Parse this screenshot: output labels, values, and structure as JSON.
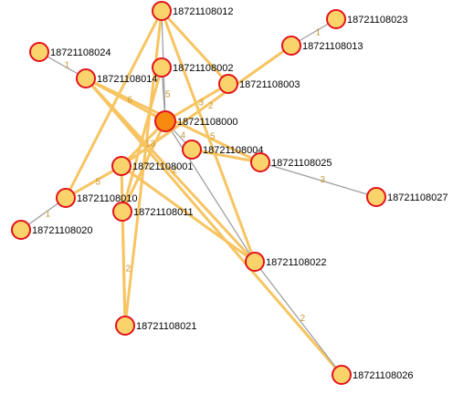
{
  "colors": {
    "edge_strong": "#f7c461",
    "edge_light": "#9a9a9a",
    "edge_label": "#c79a3a",
    "node_fill": "#fad46b",
    "node_stroke": "#e3121b",
    "hub_fill": "#f88a10"
  },
  "nodes": [
    {
      "id": "18721108000",
      "label": "18721108000",
      "hub": true
    },
    {
      "id": "18721108012",
      "label": "18721108012"
    },
    {
      "id": "18721108023",
      "label": "18721108023"
    },
    {
      "id": "18721108013",
      "label": "18721108013"
    },
    {
      "id": "18721108024",
      "label": "18721108024"
    },
    {
      "id": "18721108014",
      "label": "18721108014"
    },
    {
      "id": "18721108002",
      "label": "18721108002"
    },
    {
      "id": "18721108003",
      "label": "18721108003"
    },
    {
      "id": "18721108004",
      "label": "18721108004"
    },
    {
      "id": "18721108025",
      "label": "18721108025"
    },
    {
      "id": "18721108001",
      "label": "18721108001"
    },
    {
      "id": "18721108027",
      "label": "18721108027"
    },
    {
      "id": "18721108010",
      "label": "18721108010"
    },
    {
      "id": "18721108011",
      "label": "18721108011"
    },
    {
      "id": "18721108020",
      "label": "18721108020"
    },
    {
      "id": "18721108022",
      "label": "18721108022"
    },
    {
      "id": "18721108021",
      "label": "18721108021"
    },
    {
      "id": "18721108026",
      "label": "18721108026"
    }
  ],
  "edges": [
    {
      "from": "18721108000",
      "to": "18721108012",
      "weight": "3",
      "style": "light"
    },
    {
      "from": "18721108000",
      "to": "18721108002",
      "weight": "5",
      "style": "light"
    },
    {
      "from": "18721108000",
      "to": "18721108004",
      "weight": "4",
      "style": "light"
    },
    {
      "from": "18721108000",
      "to": "18721108014",
      "weight": "6",
      "style": "strong"
    },
    {
      "from": "18721108000",
      "to": "18721108003",
      "weight": "3",
      "style": "strong"
    },
    {
      "from": "18721108000",
      "to": "18721108001",
      "weight": "13",
      "style": "strong"
    },
    {
      "from": "18721108000",
      "to": "18721108011",
      "weight": "3",
      "style": "strong"
    },
    {
      "from": "18721108000",
      "to": "18721108022",
      "weight": "",
      "style": "light"
    },
    {
      "from": "18721108012",
      "to": "18721108003",
      "weight": "",
      "style": "strong"
    },
    {
      "from": "18721108012",
      "to": "18721108010",
      "weight": "",
      "style": "strong"
    },
    {
      "from": "18721108012",
      "to": "18721108022",
      "weight": "5",
      "style": "strong"
    },
    {
      "from": "18721108012",
      "to": "18721108021",
      "weight": "",
      "style": "strong"
    },
    {
      "from": "18721108023",
      "to": "18721108013",
      "weight": "1",
      "style": "light"
    },
    {
      "from": "18721108013",
      "to": "18721108001",
      "weight": "2",
      "style": "strong"
    },
    {
      "from": "18721108024",
      "to": "18721108014",
      "weight": "1",
      "style": "light"
    },
    {
      "from": "18721108014",
      "to": "18721108022",
      "weight": "2",
      "style": "strong"
    },
    {
      "from": "18721108014",
      "to": "18721108026",
      "weight": "",
      "style": "strong"
    },
    {
      "from": "18721108014",
      "to": "18721108025",
      "weight": "",
      "style": "strong"
    },
    {
      "from": "18721108002",
      "to": "18721108011",
      "weight": "",
      "style": "strong"
    },
    {
      "from": "18721108004",
      "to": "18721108025",
      "weight": "",
      "style": "strong"
    },
    {
      "from": "18721108001",
      "to": "18721108010",
      "weight": "5",
      "style": "strong"
    },
    {
      "from": "18721108001",
      "to": "18721108021",
      "weight": "",
      "style": "strong"
    },
    {
      "from": "18721108025",
      "to": "18721108027",
      "weight": "3",
      "style": "light"
    },
    {
      "from": "18721108010",
      "to": "18721108020",
      "weight": "1",
      "style": "light"
    },
    {
      "from": "18721108011",
      "to": "18721108021",
      "weight": "2",
      "style": "strong"
    },
    {
      "from": "18721108022",
      "to": "18721108026",
      "weight": "2",
      "style": "light"
    },
    {
      "from": "18721108022",
      "to": "18721108001",
      "weight": "",
      "style": "strong"
    }
  ]
}
